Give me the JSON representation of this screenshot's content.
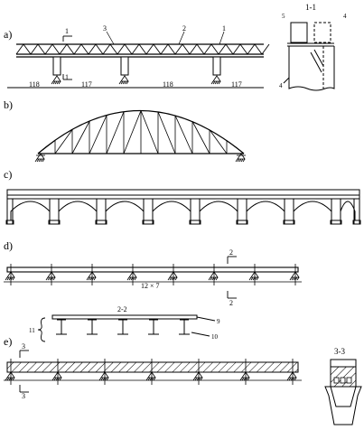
{
  "figure": {
    "panel_labels": [
      "a)",
      "b)",
      "c)",
      "d)",
      "e)"
    ],
    "panel_a": {
      "section_title": "1-1",
      "span_labels": [
        "118",
        "117",
        "118",
        "117"
      ],
      "callouts": [
        "1",
        "3",
        "2",
        "1"
      ],
      "section_marks": [
        "1",
        "1"
      ],
      "section_callouts": [
        "5",
        "4",
        "4"
      ]
    },
    "panel_d": {
      "span_text": "12 × 7",
      "section_marks": [
        "2",
        "2"
      ],
      "section_title": "2-2",
      "callouts": [
        "9",
        "10",
        "11"
      ]
    },
    "panel_e": {
      "section_marks": [
        "3",
        "3"
      ],
      "section_title": "3-3"
    }
  }
}
